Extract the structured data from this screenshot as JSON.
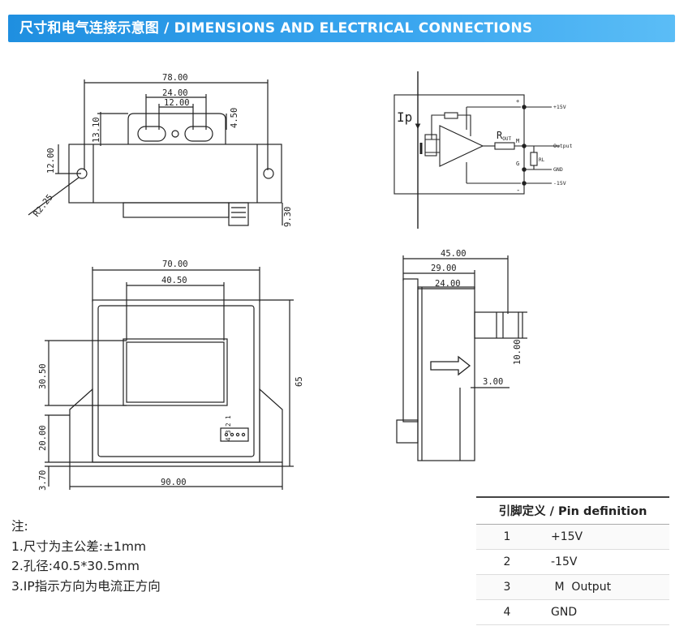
{
  "header": {
    "title": "尺寸和电气连接示意图 / DIMENSIONS AND ELECTRICAL CONNECTIONS"
  },
  "top_view": {
    "dims": {
      "width": "78.00",
      "slot_span": "24.00",
      "slot_pitch": "12.00",
      "slot_height": "4.50",
      "flange_height": "13.10",
      "hole_height": "12.00",
      "radius": "R2.25",
      "depth": "9.30"
    }
  },
  "schematic": {
    "ip_label": "Ip",
    "r_label": "R",
    "r_subscript": "OUT",
    "m_label": "M",
    "g_label": "G",
    "rl_label": "RL",
    "plus": "+",
    "minus": "-",
    "terminals": [
      "+15V",
      "Output",
      "GND",
      "-15V"
    ]
  },
  "front_view": {
    "dims": {
      "inner_width": "70.00",
      "aperture_width": "40.50",
      "aperture_height": "30.50",
      "total_height": "65",
      "base_height": "20.00",
      "foot_height": "3.70",
      "total_width": "90.00"
    },
    "connector_pins": "4 3 2 1"
  },
  "side_view": {
    "dims": {
      "depth": "45.00",
      "body": "29.00",
      "core": "24.00",
      "connector": "10.00",
      "step": "3.00"
    }
  },
  "notes": {
    "heading": "注:",
    "items": [
      "1.尺寸为主公差:±1mm",
      "2.孔径:40.5*30.5mm",
      "3.IP指示方向为电流正方向"
    ]
  },
  "pin_table": {
    "title": "引脚定义 / Pin definition",
    "rows": [
      {
        "pin": "1",
        "definition": "+15V"
      },
      {
        "pin": "2",
        "definition": "-15V"
      },
      {
        "pin": "3",
        "definition": " M  Output"
      },
      {
        "pin": "4",
        "definition": "GND"
      }
    ]
  }
}
